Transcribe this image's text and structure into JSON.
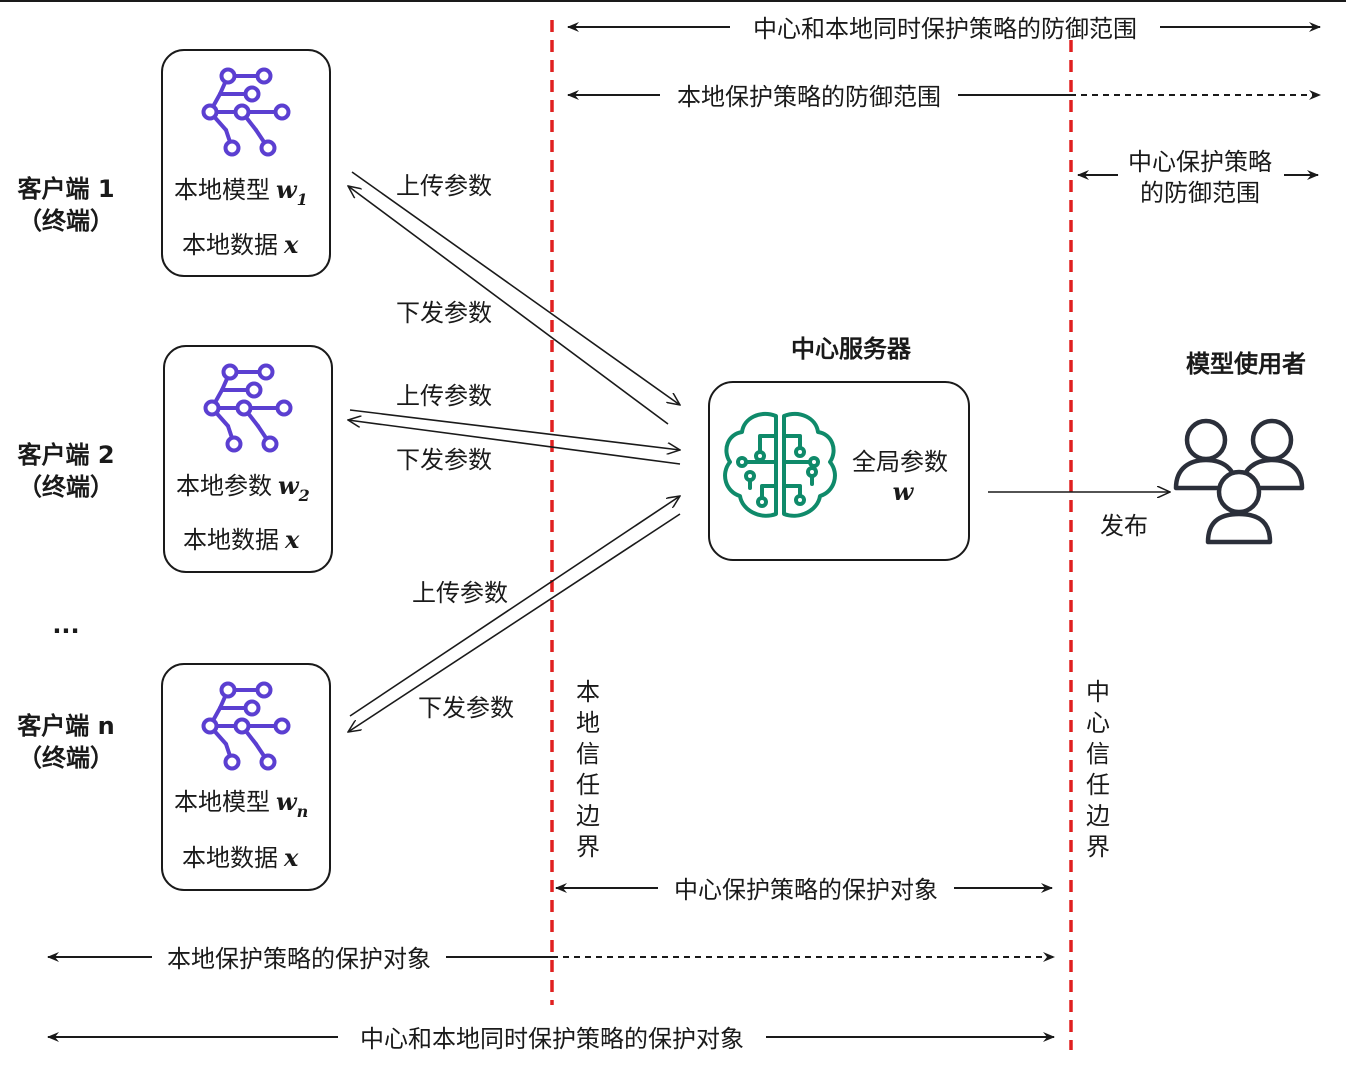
{
  "colors": {
    "boundary": "#e02020",
    "node_icon": "#5b3fd1",
    "brain_icon": "#0f8a6a",
    "users_icon": "#2b2f3a",
    "line": "#1a1a1a"
  },
  "clients": [
    {
      "name": "客户端 1",
      "sub": "（终端）",
      "model_text": "本地模型",
      "model_sym": "w",
      "model_sub": "1",
      "data_text": "本地数据",
      "data_sym": "x"
    },
    {
      "name": "客户端 2",
      "sub": "（终端）",
      "model_text": "本地参数",
      "model_sym": "w",
      "model_sub": "2",
      "data_text": "本地数据",
      "data_sym": "x"
    },
    {
      "name": "客户端 n",
      "sub": "（终端）",
      "model_text": "本地模型",
      "model_sym": "w",
      "model_sub": "n",
      "data_text": "本地数据",
      "data_sym": "x"
    }
  ],
  "ellipsis": "...",
  "flows": {
    "upload": "上传参数",
    "download": "下发参数",
    "publish": "发布"
  },
  "server": {
    "title": "中心服务器",
    "param_text": "全局参数",
    "param_sym": "w",
    "icon": "brain-circuit-icon"
  },
  "users": {
    "title": "模型使用者",
    "icon": "users-group-icon"
  },
  "boundaries": {
    "local": "本地信任边界",
    "center": "中心信任边界"
  },
  "ranges": {
    "both_defense": "中心和本地同时保护策略的防御范围",
    "local_defense": "本地保护策略的防御范围",
    "center_defense_line1": "中心保护策略",
    "center_defense_line2": "的防御范围",
    "center_object": "中心保护策略的保护对象",
    "local_object": "本地保护策略的保护对象",
    "both_object": "中心和本地同时保护策略的保护对象"
  }
}
